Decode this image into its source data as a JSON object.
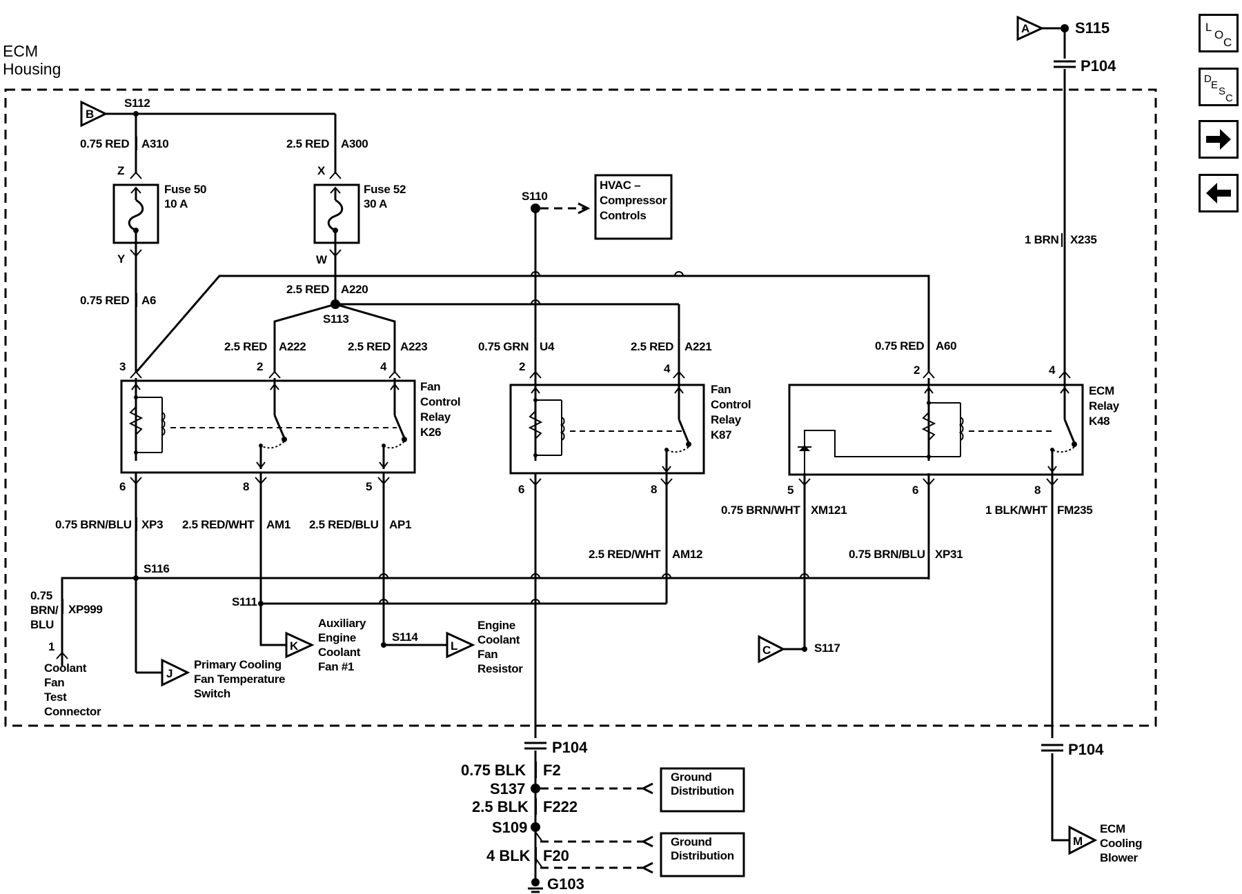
{
  "housing": {
    "line1": "ECM",
    "line2": "Housing"
  },
  "splices": {
    "S115": "S115",
    "S112": "S112",
    "S110": "S110",
    "S113": "S113",
    "S116": "S116",
    "S111": "S111",
    "S114": "S114",
    "S117": "S117",
    "S137": "S137",
    "S109": "S109"
  },
  "connectors": {
    "P104": "P104",
    "G103": "G103"
  },
  "connector_letters": {
    "A": "A",
    "B": "B",
    "C": "C",
    "J": "J",
    "K": "K",
    "L": "L",
    "M": "M"
  },
  "pins": {
    "Z": "Z",
    "X": "X",
    "Y": "Y",
    "W": "W",
    "n1": "1",
    "n2": "2",
    "n3": "3",
    "n4": "4",
    "n5": "5",
    "n6": "6",
    "n8": "8"
  },
  "fuses": {
    "fuse50": {
      "name": "Fuse 50",
      "rating": "10 A"
    },
    "fuse52": {
      "name": "Fuse 52",
      "rating": "30 A"
    }
  },
  "wires": {
    "a310": {
      "gauge": "0.75 RED",
      "circuit": "A310"
    },
    "a300": {
      "gauge": "2.5 RED",
      "circuit": "A300"
    },
    "a6": {
      "gauge": "0.75 RED",
      "circuit": "A6"
    },
    "a220": {
      "gauge": "2.5 RED",
      "circuit": "A220"
    },
    "a222": {
      "gauge": "2.5 RED",
      "circuit": "A222"
    },
    "a223": {
      "gauge": "2.5 RED",
      "circuit": "A223"
    },
    "u4": {
      "gauge": "0.75 GRN",
      "circuit": "U4"
    },
    "a221": {
      "gauge": "2.5 RED",
      "circuit": "A221"
    },
    "a60": {
      "gauge": "0.75 RED",
      "circuit": "A60"
    },
    "x235": {
      "gauge": "1 BRN",
      "circuit": "X235"
    },
    "xp3": {
      "gauge": "0.75 BRN/BLU",
      "circuit": "XP3"
    },
    "am1": {
      "gauge": "2.5 RED/WHT",
      "circuit": "AM1"
    },
    "ap1": {
      "gauge": "2.5 RED/BLU",
      "circuit": "AP1"
    },
    "am12": {
      "gauge": "2.5 RED/WHT",
      "circuit": "AM12"
    },
    "xm121": {
      "gauge": "0.75 BRN/WHT",
      "circuit": "XM121"
    },
    "xp31": {
      "gauge": "0.75 BRN/BLU",
      "circuit": "XP31"
    },
    "fm235": {
      "gauge": "1 BLK/WHT",
      "circuit": "FM235"
    },
    "xp999": {
      "g1": "0.75",
      "g2": "BRN/",
      "g3": "BLU",
      "circuit": "XP999"
    },
    "f2": {
      "gauge": "0.75 BLK",
      "circuit": "F2"
    },
    "f222": {
      "gauge": "2.5 BLK",
      "circuit": "F222"
    },
    "f20": {
      "gauge": "4 BLK",
      "circuit": "F20"
    }
  },
  "relays": {
    "k26": {
      "l1": "Fan",
      "l2": "Control",
      "l3": "Relay",
      "l4": "K26"
    },
    "k87": {
      "l1": "Fan",
      "l2": "Control",
      "l3": "Relay",
      "l4": "K87"
    },
    "k48": {
      "l1": "ECM",
      "l2": "Relay",
      "l3": "K48"
    }
  },
  "components": {
    "hvac": {
      "l1": "HVAC –",
      "l2": "Compressor",
      "l3": "Controls"
    },
    "ground1": {
      "l1": "Ground",
      "l2": "Distribution"
    },
    "ground2": {
      "l1": "Ground",
      "l2": "Distribution"
    },
    "coolant_test": {
      "l1": "Coolant",
      "l2": "Fan",
      "l3": "Test",
      "l4": "Connector"
    },
    "primary_switch": {
      "l1": "Primary Cooling",
      "l2": "Fan Temperature",
      "l3": "Switch"
    },
    "aux_fan": {
      "l1": "Auxiliary",
      "l2": "Engine",
      "l3": "Coolant",
      "l4": "Fan #1"
    },
    "fan_resistor": {
      "l1": "Engine",
      "l2": "Coolant",
      "l3": "Fan",
      "l4": "Resistor"
    },
    "ecm_blower": {
      "l1": "ECM",
      "l2": "Cooling",
      "l3": "Blower"
    }
  },
  "nav": {
    "loc": {
      "a": "L",
      "b": "O",
      "c": "C"
    },
    "desc": {
      "a": "D",
      "b": "E",
      "c": "S",
      "d": "C"
    },
    "next_icon": "arrow-right-icon",
    "prev_icon": "arrow-left-icon"
  }
}
